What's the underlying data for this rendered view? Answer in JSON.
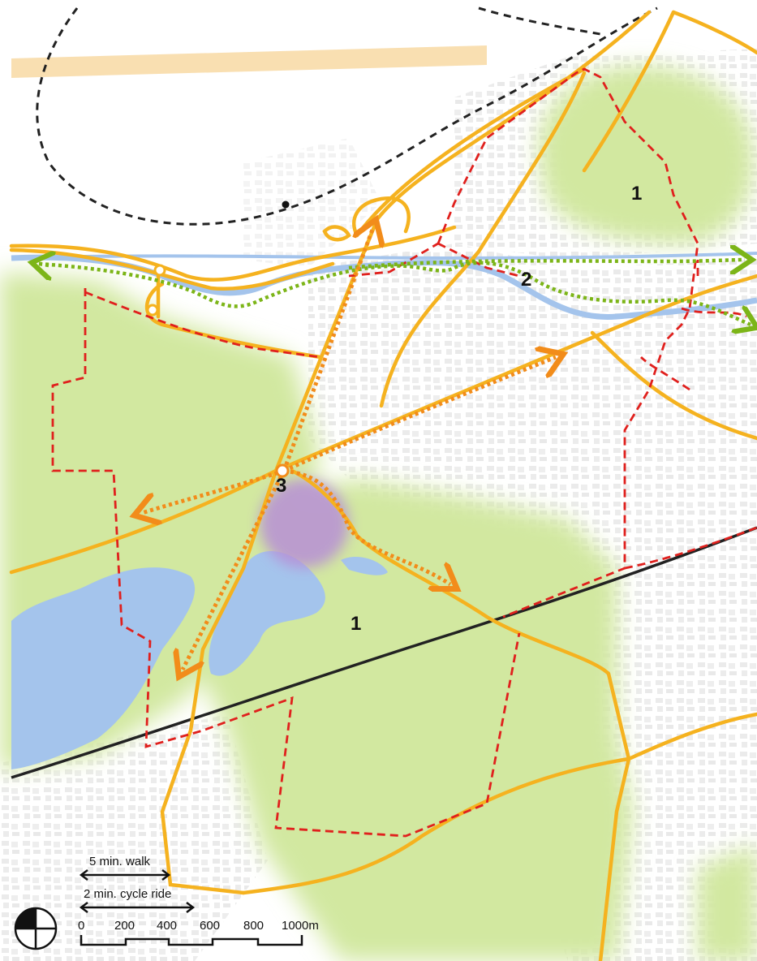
{
  "map": {
    "area_labels": {
      "green_north": "1",
      "canal": "2",
      "hub": "3",
      "green_south": "1"
    },
    "scale": {
      "walk_label": "5 min. walk",
      "cycle_label": "2 min. cycle ride",
      "ticks": [
        "0",
        "200",
        "400",
        "600",
        "800",
        "1000m"
      ]
    },
    "icons": [
      "north-compass-icon"
    ],
    "colors": {
      "road": "#f5b21f",
      "boundary": "#e0201d",
      "greenway": "#7cb518",
      "route": "#f28c1a",
      "water": "#a4c4ec",
      "green": "#d2e8a0",
      "hub": "#b78fd6",
      "railway": "#222222",
      "airport_boundary": "#222222",
      "runway": "#f9dfb1"
    }
  }
}
